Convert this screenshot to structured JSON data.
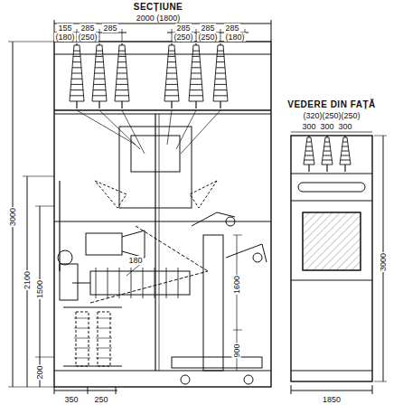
{
  "diagram": {
    "labels": [
      "SECȚIUNE",
      "2000 (1800)",
      "155",
      "285",
      "285",
      "(180)",
      "(250)",
      "285",
      "285",
      "285",
      "(250)",
      "(250)",
      "(180)",
      "VEDERE DIN FAȚĂ",
      "(320)(250)(250)",
      "300",
      "300",
      "300",
      "3000",
      "2100",
      "1500",
      "200",
      "180",
      "1600",
      "900",
      "350",
      "250",
      "3000",
      "1850"
    ]
  }
}
